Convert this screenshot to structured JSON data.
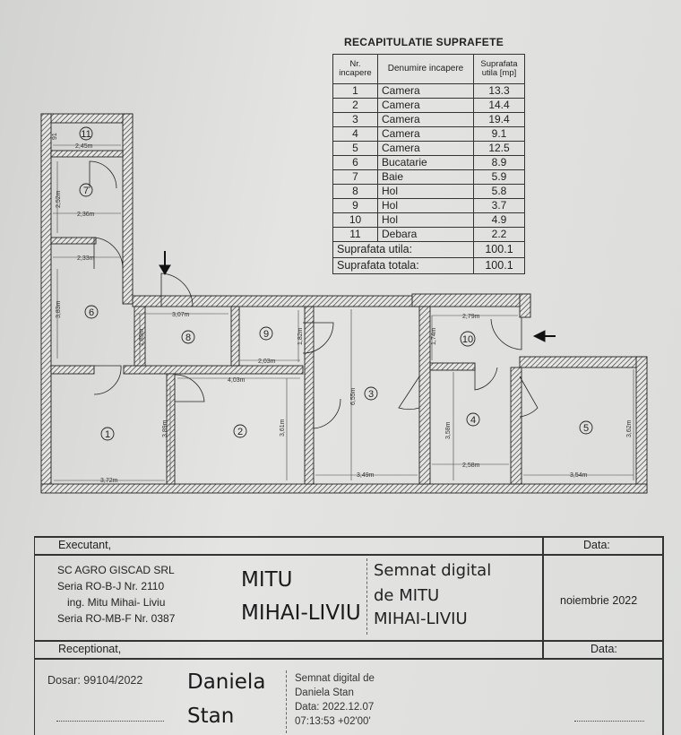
{
  "recap": {
    "title": "RECAPITULATIE SUPRAFETE",
    "headers": [
      "Nr. incapere",
      "Denumire incapere",
      "Suprafata utila [mp]"
    ],
    "rows": [
      {
        "nr": "1",
        "name": "Camera",
        "area": "13.3"
      },
      {
        "nr": "2",
        "name": "Camera",
        "area": "14.4"
      },
      {
        "nr": "3",
        "name": "Camera",
        "area": "19.4"
      },
      {
        "nr": "4",
        "name": "Camera",
        "area": "9.1"
      },
      {
        "nr": "5",
        "name": "Camera",
        "area": "12.5"
      },
      {
        "nr": "6",
        "name": "Bucatarie",
        "area": "8.9"
      },
      {
        "nr": "7",
        "name": "Baie",
        "area": "5.9"
      },
      {
        "nr": "8",
        "name": "Hol",
        "area": "5.8"
      },
      {
        "nr": "9",
        "name": "Hol",
        "area": "3.7"
      },
      {
        "nr": "10",
        "name": "Hol",
        "area": "4.9"
      },
      {
        "nr": "11",
        "name": "Debara",
        "area": "2.2"
      }
    ],
    "totals": [
      {
        "label": "Suprafata utila:",
        "value": "100.1"
      },
      {
        "label": "Suprafata totala:",
        "value": "100.1"
      }
    ]
  },
  "plan": {
    "rooms": [
      "1",
      "2",
      "3",
      "4",
      "5",
      "6",
      "7",
      "8",
      "9",
      "10",
      "11"
    ],
    "dimensions": [
      "2,45m",
      "2,36m",
      "2,33m",
      "2,52m",
      "3,83m",
      "3,07m",
      "1,89m",
      "2,03m",
      "1,82m",
      "4,03m",
      "2,79m",
      "1,74m",
      "3,72m",
      "3,89m",
      "3,61m",
      "6,55m",
      "3,49m",
      "3,58m",
      "2,58m",
      "3,54m",
      "3,62m",
      "91"
    ]
  },
  "titleblock": {
    "executant_label": "Executant,",
    "data_label": "Data:",
    "company": [
      "SC AGRO GISCAD SRL",
      "Seria RO-B-J Nr. 2110",
      "ing. Mitu Mihai- Liviu",
      "Seria RO-MB-F Nr. 0387"
    ],
    "signer_name": [
      "MITU",
      "MIHAI-LIVIU"
    ],
    "signed_digital": [
      "Semnat digital",
      "de MITU",
      "MIHAI-LIVIU"
    ],
    "date_value": "noiembrie 2022",
    "receptionat_label": "Receptionat,",
    "data_label2": "Data:",
    "dosar": "Dosar: 99104/2022",
    "hand_name": [
      "Daniela",
      "Stan"
    ],
    "signed2": [
      "Semnat digital de",
      "Daniela Stan",
      "Data: 2022.12.07",
      "07:13:53 +02'00'"
    ]
  }
}
